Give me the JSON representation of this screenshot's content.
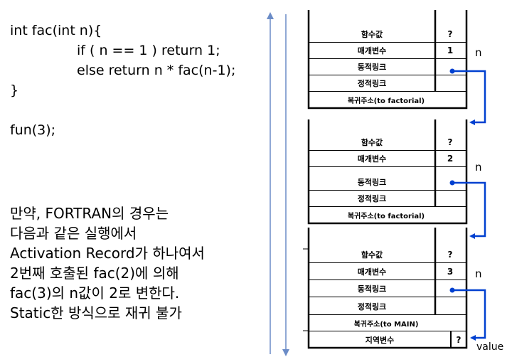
{
  "code": {
    "line1": "int fac(int n){",
    "line2": "if ( n == 1 ) return 1;",
    "line3": "else return n * fac(n-1);",
    "line4": "}",
    "line5": "fun(3);"
  },
  "description": {
    "line1": "만약, FORTRAN의 경우는",
    "line2": "다음과 같은 실행에서",
    "line3": "Activation Record가 하나여서",
    "line4": "2번째 호출된 fac(2)에 의해",
    "line5": "fac(3)의 n값이 2로 변한다.",
    "line6": "Static한 방식으로 재귀 불가"
  },
  "frames": [
    {
      "function_value": {
        "label": "함수값",
        "value": "?"
      },
      "parameter": {
        "label": "매개변수",
        "value": "1"
      },
      "dynamic_link": {
        "label": "동적링크"
      },
      "static_link": {
        "label": "정적링크"
      },
      "return_address": {
        "label": "복귀주소(to factorial)"
      },
      "param_name": "n"
    },
    {
      "function_value": {
        "label": "함수값",
        "value": "?"
      },
      "parameter": {
        "label": "매개변수",
        "value": "2"
      },
      "dynamic_link": {
        "label": "동적링크"
      },
      "static_link": {
        "label": "정적링크"
      },
      "return_address": {
        "label": "복귀주소(to factorial)"
      },
      "param_name": "n"
    },
    {
      "function_value": {
        "label": "함수값",
        "value": "?"
      },
      "parameter": {
        "label": "매개변수",
        "value": "3"
      },
      "dynamic_link": {
        "label": "동적링크"
      },
      "static_link": {
        "label": "정적링크"
      },
      "return_address": {
        "label": "복귀주소(to MAIN)"
      },
      "local_var": {
        "label": "지역변수",
        "value": "?"
      },
      "param_name": "n"
    }
  ],
  "value_label": "value",
  "colors": {
    "pointer": "#0040d0",
    "axis": "#6b8cc7"
  }
}
